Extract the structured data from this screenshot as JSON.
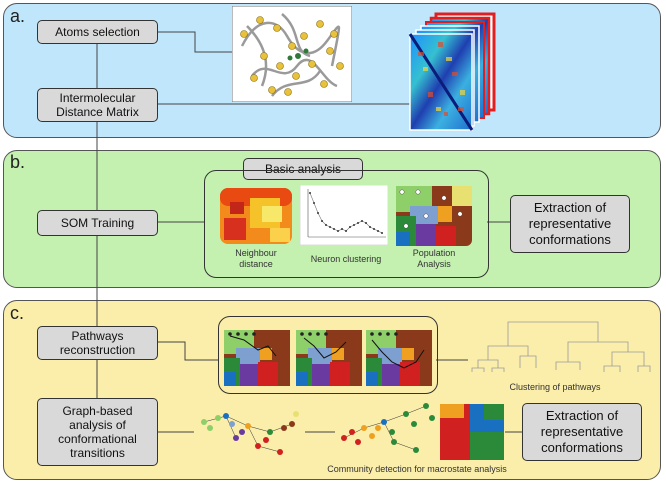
{
  "panels": {
    "a": {
      "label": "a.",
      "color": "#bfe6fb"
    },
    "b": {
      "label": "b.",
      "color": "#c4f0b0"
    },
    "c": {
      "label": "c.",
      "color": "#fbeeaa"
    }
  },
  "boxes": {
    "atoms_selection": "Atoms selection",
    "distance_matrix": "Intermolecular Distance Matrix",
    "basic_analysis": "Basic analysis",
    "som_training": "SOM Training",
    "extraction_b": "Extraction of representative conformations",
    "pathways": "Pathways reconstruction",
    "graph_analysis": "Graph-based analysis of conformational transitions",
    "extraction_c": "Extraction of representative conformations"
  },
  "captions": {
    "neighbour_distance": "Neighbour distance",
    "neuron_clustering": "Neuron clustering",
    "population_analysis": "Population Analysis",
    "clustering_pathways": "Clustering of pathways",
    "community_detection": "Community detection for macrostate analysis"
  },
  "colors": {
    "box_fill": "#d9d9d9",
    "line": "#444444",
    "matrix_border": "#e02020"
  }
}
